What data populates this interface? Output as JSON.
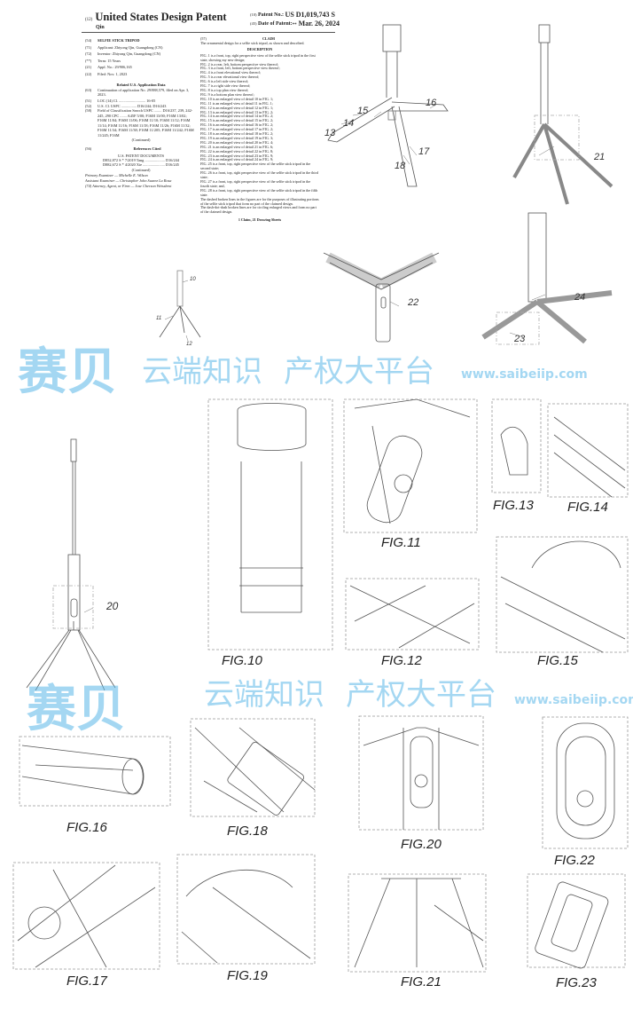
{
  "header": {
    "kind_code": "(12)",
    "title": "United States Design Patent",
    "inventor_name": "Qin",
    "patent_no_code": "(10)",
    "patent_no_label": "Patent No.:",
    "patent_no": "US D1,019,743 S",
    "date_code": "(45)",
    "date_label": "Date of Patent:",
    "date_marks": "**",
    "date": "Mar. 26, 2024"
  },
  "biblio": [
    {
      "code": "(54)",
      "text": "SELFIE STICK TRIPOD"
    },
    {
      "code": "(71)",
      "text": "Applicant: Zhiyong Qin, Guangdong (CN)"
    },
    {
      "code": "(72)",
      "text": "Inventor: Zhiyong Qin, Guangdong (CN)"
    },
    {
      "code": "(**)",
      "text": "Term: 15 Years"
    },
    {
      "code": "(21)",
      "text": "Appl. No.: 29/906,165"
    },
    {
      "code": "(22)",
      "text": "Filed: Nov. 1, 2023"
    }
  ],
  "related": {
    "heading": "Related U.S. Application Data",
    "items": [
      {
        "code": "(63)",
        "text": "Continuation of application No. 29/888,579, filed on Apr. 3, 2023."
      },
      {
        "code": "(51)",
        "text": "LOC (14) Cl. ............................ 16-05"
      },
      {
        "code": "(52)",
        "text": "U.S. Cl. USPC ................ D16/244; D16/243"
      },
      {
        "code": "(58)",
        "text": "Field of Classification Search USPC ........ D16/237, 239, 242-245, 290 CPC ....... A45F 5/00; F16M 13/00; F16M 13/02; F16M 11/04; F16M 11/06; F16M 11/10; F16M 11/12; F16M 11/14; F16M 11/16; F16M 11/18; F16M 11/26; F16M 11/32; F16M 11/34; F16M 11/38; F16M 11/205; F16M 11/242; F16M 11/245; F16M"
      },
      {
        "code": "",
        "text": "(Continued)"
      }
    ]
  },
  "references": {
    "code": "(56)",
    "heading": "References Cited",
    "subheading": "U.S. PATENT DOCUMENTS",
    "rows": [
      "D852,872 S * 7/2019 Tang ..................... D16/244",
      "D882,672 S * 4/2020 Xie ....................... D16/245"
    ],
    "continued": "(Continued)",
    "examiners": [
      "Primary Examiner — Michelle E. Wilson",
      "Assistant Examiner — Christopher John Suarez La Rosa",
      "(74) Attorney, Agent, or Firm — Jose Cherson Weissbrot"
    ]
  },
  "claim": {
    "code": "(57)",
    "heading": "CLAIM",
    "text": "The ornamental design for a selfie stick tripod, as shown and described."
  },
  "description": {
    "heading": "DESCRIPTION",
    "lines": [
      "FIG. 1 is a front, top, right perspective view of the selfie stick tripod in the first state, showing my new design;",
      "FIG. 2 is a rear, left, bottom perspective view thereof;",
      "FIG. 3 is a front, left, bottom perspective view thereof;",
      "FIG. 4 is a front elevational view thereof;",
      "FIG. 5 is a rear elevational view thereof;",
      "FIG. 6 is a left side view thereof;",
      "FIG. 7 is a right side view thereof;",
      "FIG. 8 is a top plan view thereof;",
      "FIG. 9 is a bottom plan view thereof;",
      "FIG. 10 is an enlarged view of detail 10 in FIG. 1;",
      "FIG. 11 is an enlarged view of detail 11 in FIG. 1;",
      "FIG. 12 is an enlarged view of detail 12 in FIG. 1;",
      "FIG. 13 is an enlarged view of detail 13 in FIG. 2;",
      "FIG. 14 is an enlarged view of detail 14 in FIG. 2;",
      "FIG. 15 is an enlarged view of detail 15 in FIG. 2;",
      "FIG. 16 is an enlarged view of detail 16 in FIG. 2;",
      "FIG. 17 is an enlarged view of detail 17 in FIG. 2;",
      "FIG. 18 is an enlarged view of detail 18 in FIG. 2;",
      "FIG. 19 is an enlarged view of detail 19 in FIG. 3;",
      "FIG. 20 is an enlarged view of detail 20 in FIG. 4;",
      "FIG. 21 is an enlarged view of detail 21 in FIG. 6;",
      "FIG. 22 is an enlarged view of detail 22 in FIG. 8;",
      "FIG. 23 is an enlarged view of detail 23 in FIG. 9;",
      "FIG. 24 is an enlarged view of detail 24 in FIG. 9;",
      "FIG. 25 is a front, top, right perspective view of the selfie stick tripod in the second state;",
      "FIG. 26 is a front, top, right perspective view of the selfie stick tripod in the third state;",
      "FIG. 27 is a front, top, right perspective view of the selfie stick tripod in the fourth state; and,",
      "FIG. 28 is a front, top, right perspective view of the selfie stick tripod in the fifth state.",
      "The dashed broken lines in the figures are for the purposes of illustrating portions of the selfie stick tripod that form no part of the claimed design.",
      "The dash-dot-dash broken lines are for circling enlarged views and form no part of the claimed design."
    ],
    "footer": "1 Claim, 21 Drawing Sheets"
  },
  "ref_numbers": {
    "r10": "10",
    "r11": "11",
    "r12": "12",
    "r13": "13",
    "r14": "14",
    "r15": "15",
    "r16": "16",
    "r17": "17",
    "r18": "18",
    "r20": "20",
    "r21": "21",
    "r22": "22",
    "r23": "23",
    "r24": "24"
  },
  "figures": {
    "f10": "FIG.10",
    "f11": "FIG.11",
    "f12": "FIG.12",
    "f13": "FIG.13",
    "f14": "FIG.14",
    "f15": "FIG.15",
    "f16": "FIG.16",
    "f17": "FIG.17",
    "f18": "FIG.18",
    "f19": "FIG.19",
    "f20": "FIG.20",
    "f21": "FIG.21",
    "f22": "FIG.22",
    "f23": "FIG.23"
  },
  "watermark": {
    "logo": "赛贝",
    "slogan1": "云端知识",
    "slogan2": "产权大平台",
    "url": "www.saibeiip.com",
    "color": "#5bb8e8"
  }
}
